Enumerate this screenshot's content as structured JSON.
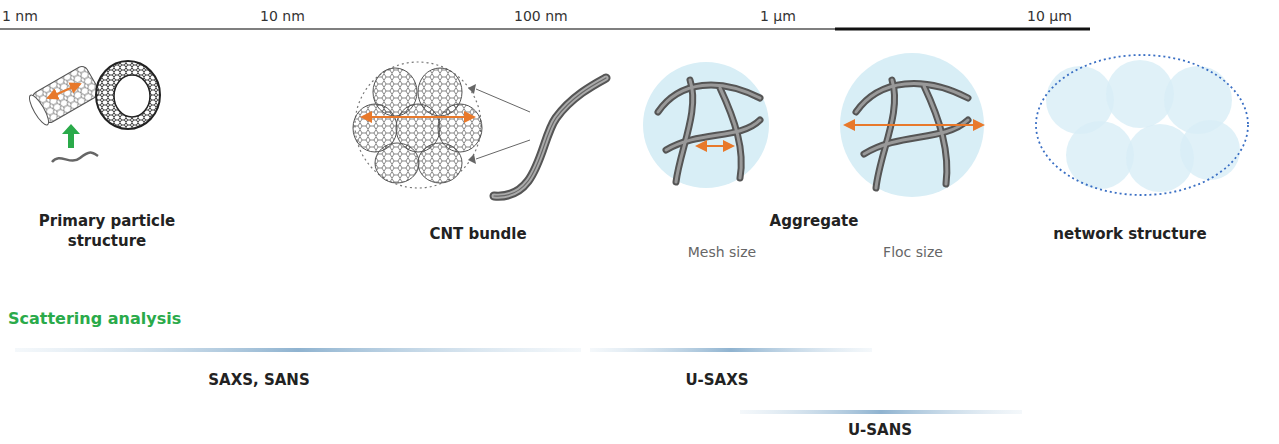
{
  "diagram": {
    "labels": [
      "1 nm",
      "10 nm",
      "100 nm",
      "1 μm",
      "10 μm",
      "Primary particle structure",
      "CNT bundle",
      "Aggregate",
      "Mesh size",
      "Floc size",
      "network structure",
      "Scattering analysis",
      "SAXS, SANS",
      "U-SAXS",
      "U-SANS"
    ]
  }
}
